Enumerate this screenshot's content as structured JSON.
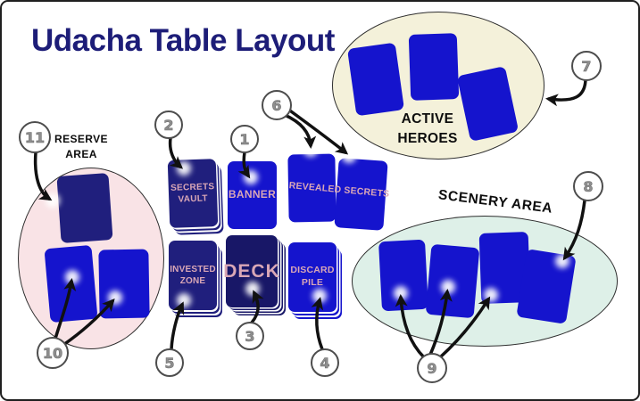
{
  "title": "Udacha Table Layout",
  "areas": {
    "reserve": {
      "line1": "RESERVE",
      "line2": "AREA"
    },
    "heroes": {
      "line1": "ACTIVE",
      "line2": "HEROES"
    },
    "scenery": {
      "label": "SCENERY AREA"
    }
  },
  "cards": {
    "secrets_vault": {
      "line1": "SECRETS",
      "line2": "VAULT"
    },
    "banner": {
      "label": "BANNER"
    },
    "revealed_secrets": {
      "label": "REVEALED SECRETS"
    },
    "invested_zone": {
      "line1": "INVESTED",
      "line2": "ZONE"
    },
    "deck": {
      "label": "DECK"
    },
    "discard_pile": {
      "line1": "DISCARD",
      "line2": "PILE"
    }
  },
  "callouts": {
    "c1": "1",
    "c2": "2",
    "c3": "3",
    "c4": "4",
    "c5": "5",
    "c6": "6",
    "c7": "7",
    "c8": "8",
    "c9": "9",
    "c10": "10",
    "c11": "11"
  },
  "colors": {
    "title": "#1d1d78",
    "card_bright": "#1514cd",
    "card_dark": "#201f7d",
    "card_deck": "#181767",
    "card_text": "#d9a7b6",
    "reserve_fill": "#f9e3e6",
    "heroes_fill": "#f4f1da",
    "scenery_fill": "#def0e8",
    "arrow": "#111111",
    "callout_number": "#8f8f8f"
  }
}
